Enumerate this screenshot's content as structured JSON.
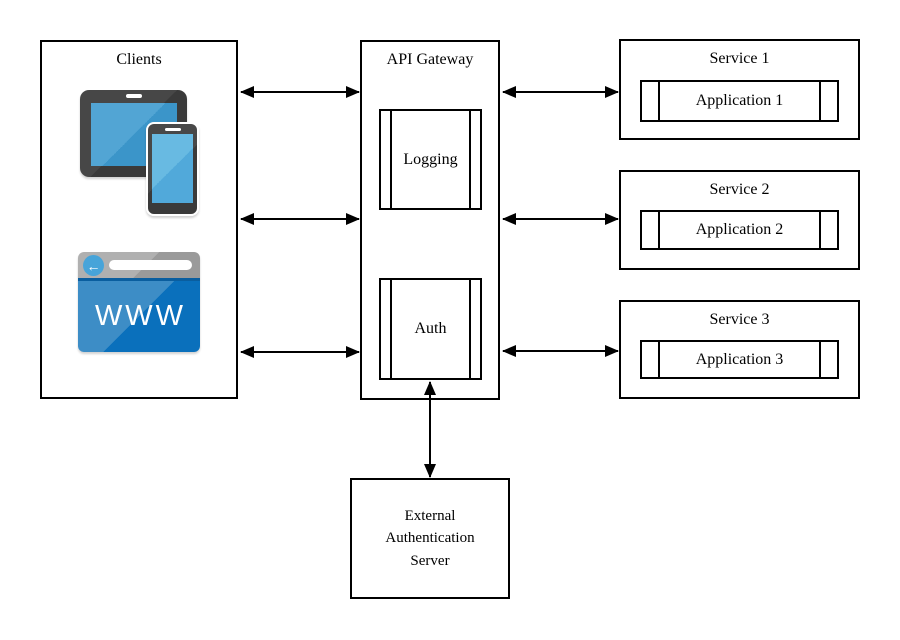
{
  "diagram": {
    "clients": {
      "title": "Clients",
      "browser_label": "WWW",
      "back_arrow": "←"
    },
    "gateway": {
      "title": "API Gateway",
      "logging": "Logging",
      "auth": "Auth"
    },
    "services": [
      {
        "title": "Service 1",
        "app": "Application 1"
      },
      {
        "title": "Service 2",
        "app": "Application 2"
      },
      {
        "title": "Service 3",
        "app": "Application 3"
      }
    ],
    "external_server": {
      "title": "External Authentication Server"
    },
    "colors": {
      "line": "#000000",
      "device_body": "#3e3e3e",
      "tablet_screen": "#459dd1",
      "phone_screen": "#5cb1df",
      "browser_blue": "#0a70bc",
      "browser_blue_light": "#3d8dc6",
      "browser_bar_gray": "#a9a9a9",
      "browser_circle_blue": "#47a4d9"
    }
  }
}
